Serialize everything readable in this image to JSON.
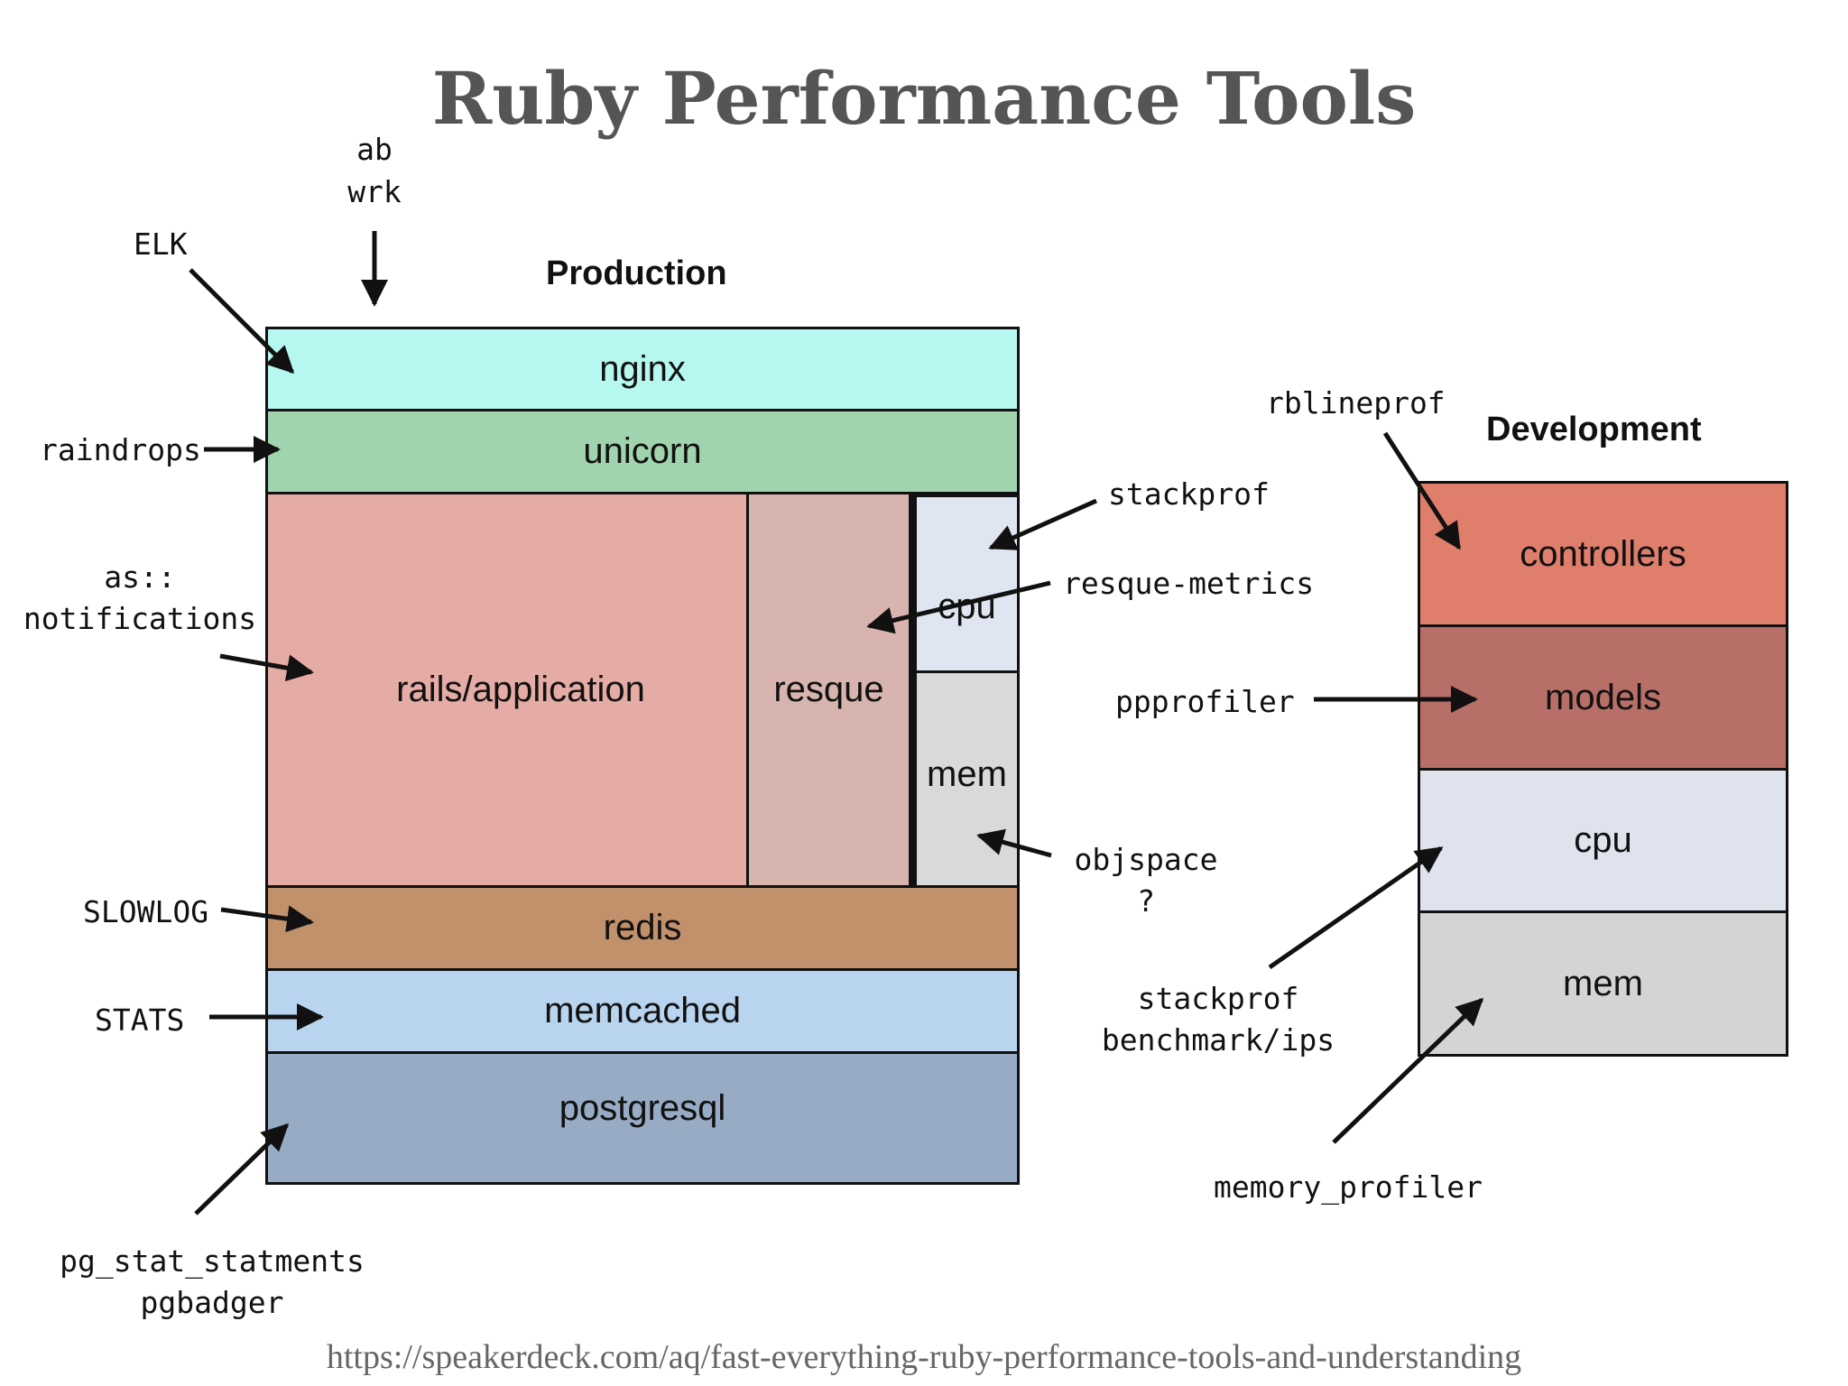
{
  "title": "Ruby Performance Tools",
  "production": {
    "heading": "Production",
    "layers": {
      "nginx": "nginx",
      "unicorn": "unicorn",
      "rails": "rails/application",
      "resque": "resque",
      "cpu": "cpu",
      "mem": "mem",
      "redis": "redis",
      "memcached": "memcached",
      "postgresql": "postgresql"
    },
    "colors": {
      "nginx": "#b6f7ef",
      "unicorn": "#a0d4ae",
      "rails": "#e5aca5",
      "resque": "#d8b4ae",
      "cpu": "#e0e6f1",
      "mem": "#d9d9d9",
      "redis": "#c1916c",
      "memcached": "#b9d4ee",
      "postgresql": "#97acc4"
    }
  },
  "development": {
    "heading": "Development",
    "layers": {
      "controllers": "controllers",
      "models": "models",
      "cpu": "cpu",
      "mem": "mem"
    },
    "colors": {
      "controllers": "#e07e6c",
      "models": "#b86f67",
      "cpu": "#dee3ee",
      "mem": "#d4d4d4"
    }
  },
  "tools": {
    "ab": "ab",
    "wrk": "wrk",
    "elk": "ELK",
    "raindrops": "raindrops",
    "as_line1": "as::",
    "as_line2": "notifications",
    "slowlog": "SLOWLOG",
    "stats": "STATS",
    "pg_line1": "pg_stat_statments",
    "pg_line2": "pgbadger",
    "stackprof": "stackprof",
    "resque_metrics": "resque-metrics",
    "objspace": "objspace",
    "objspace_q": "?",
    "rblineprof": "rblineprof",
    "ppprofiler": "ppprofiler",
    "stackprof_dev": "stackprof",
    "benchmark_ips": "benchmark/ips",
    "memory_profiler": "memory_profiler"
  },
  "footer_url": "https://speakerdeck.com/aq/fast-everything-ruby-performance-tools-and-understanding"
}
